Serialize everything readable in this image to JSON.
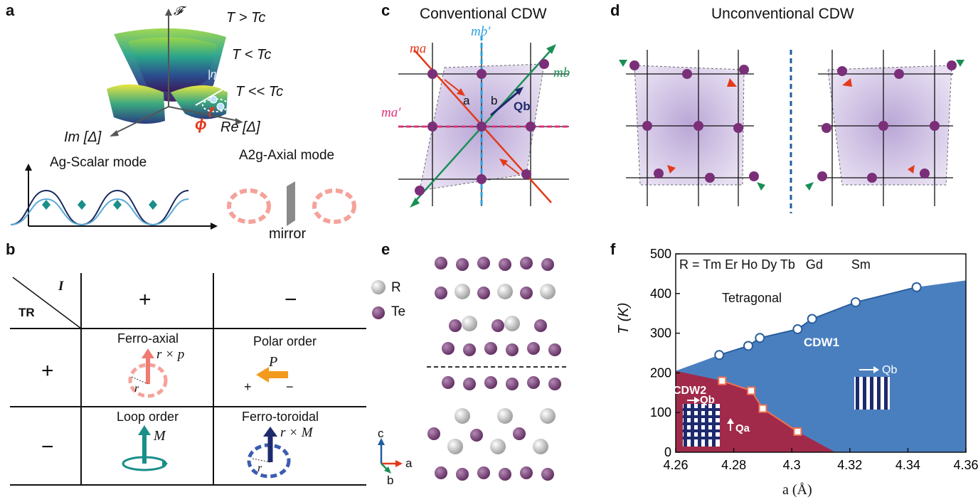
{
  "panels": {
    "a": {
      "letter": "a",
      "free_energy_axis": "𝓕",
      "t_gt": "T > Tc",
      "t_lt": "T < Tc",
      "t_llt": "T << Tc",
      "eta_label": "|η|",
      "phi_label": "ϕ",
      "re_axis": "Re [Δ]",
      "im_axis": "Im [Δ]",
      "scalar_mode": "Ag-Scalar mode",
      "axial_mode": "A2g-Axial mode",
      "mirror_label": "mirror"
    },
    "b": {
      "letter": "b",
      "corner_I": "I",
      "corner_TR": "TR",
      "col_plus": "+",
      "col_minus": "−",
      "row_plus": "+",
      "row_minus": "−",
      "ferro_axial": "Ferro-axial",
      "ferro_axial_formula": "r × p",
      "r_label_1": "r",
      "polar_order": "Polar order",
      "polar_P": "P",
      "polar_plus": "+",
      "polar_minus": "−",
      "loop_order": "Loop order",
      "loop_M": "M",
      "ferro_toroidal": "Ferro-toroidal",
      "ferro_toroidal_formula": "r × M",
      "r_label_2": "r"
    },
    "c": {
      "letter": "c",
      "title": "Conventional CDW",
      "m_a": "ma",
      "m_b_prime": "mb′",
      "m_b": "mb",
      "m_a_prime": "ma′",
      "a": "a",
      "b": "b",
      "Qb": "Qb"
    },
    "d": {
      "letter": "d",
      "title": "Unconventional CDW"
    },
    "e": {
      "letter": "e",
      "legend_R": "R",
      "legend_Te": "Te",
      "axis_c": "c",
      "axis_a": "a",
      "axis_b": "b"
    },
    "f": {
      "letter": "f",
      "elements_line": "R = Tm Er Ho Dy Tb   Gd        Sm",
      "tetragonal": "Tetragonal",
      "cdw1": "CDW1",
      "cdw2": "CDW2",
      "Qb_1": "Qb",
      "Qb_2": "Qb",
      "Qa": "Qa"
    }
  },
  "colors": {
    "cdw1_fill": "#4a7fbf",
    "cdw2_fill": "#a12a4a",
    "purple_atom": "#7a2f78",
    "red_arrow": "#e23a1a",
    "green_arrow": "#1a8f55",
    "mirror_blue": "#2aa0e0",
    "mirror_pink": "#e0307a",
    "navy": "#1e2a6e",
    "orange": "#f29a1e",
    "teal": "#1a8f8a",
    "salmon": "#f07a70"
  },
  "chart_data": {
    "type": "scatter",
    "title": "",
    "xlabel": "a (Å)",
    "ylabel": "T (K)",
    "xlim": [
      4.26,
      4.36
    ],
    "ylim": [
      0,
      500
    ],
    "xticks": [
      4.26,
      4.28,
      4.3,
      4.32,
      4.34,
      4.36
    ],
    "xtick_labels": [
      "4.26",
      "4.28",
      "4.3",
      "4.32",
      "4.34",
      "4.36"
    ],
    "yticks": [
      0,
      100,
      200,
      300,
      400,
      500
    ],
    "ytick_labels": [
      "0",
      "100",
      "200",
      "300",
      "400",
      "500"
    ],
    "series": [
      {
        "name": "CDW1",
        "marker": "circle",
        "x": [
          4.275,
          4.285,
          4.289,
          4.302,
          4.307,
          4.322,
          4.343
        ],
        "y": [
          245,
          268,
          288,
          310,
          336,
          378,
          416
        ]
      },
      {
        "name": "CDW2",
        "marker": "square",
        "x": [
          4.276,
          4.286,
          4.29,
          4.302
        ],
        "y": [
          180,
          155,
          110,
          52
        ]
      }
    ],
    "cdw1_boundary": {
      "x": [
        4.26,
        4.275,
        4.285,
        4.289,
        4.302,
        4.307,
        4.322,
        4.343,
        4.36
      ],
      "y": [
        205,
        245,
        268,
        288,
        310,
        336,
        378,
        416,
        433
      ]
    },
    "cdw2_boundary": {
      "x": [
        4.26,
        4.276,
        4.286,
        4.29,
        4.302,
        4.315
      ],
      "y": [
        205,
        180,
        155,
        110,
        52,
        0
      ]
    }
  }
}
